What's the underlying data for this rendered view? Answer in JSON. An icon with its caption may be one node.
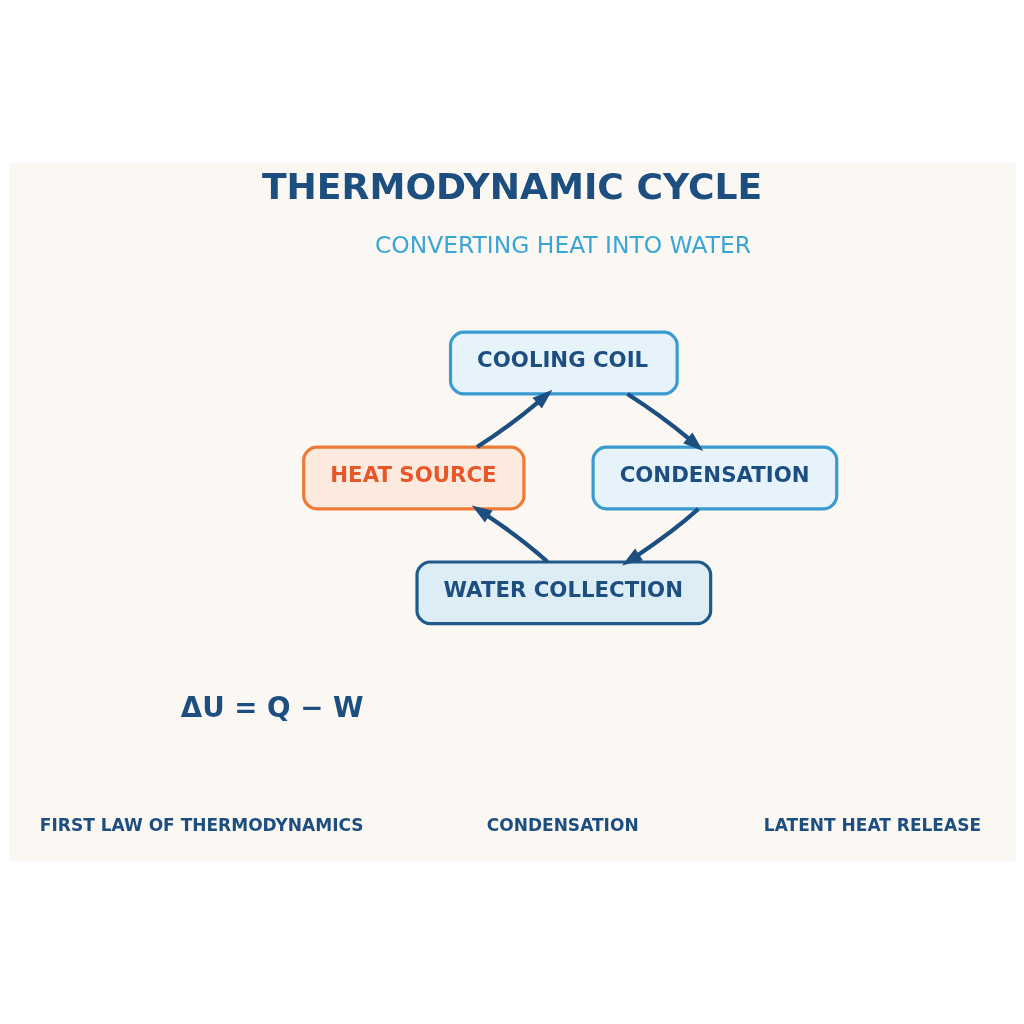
{
  "diagram": {
    "title": "THERMODYNAMIC CYCLE",
    "nodes": [
      {
        "text": [
          "COOLING COIL"
        ]
      },
      {
        "text": [
          "HEAT SOURCE"
        ]
      },
      {
        "text": [
          "CONDENSATION"
        ]
      },
      {
        "text": [
          "WATER COLLECTION"
        ]
      }
    ],
    "edges": [
      {
        "from": 1,
        "to": 0,
        "arrow": "to"
      },
      {
        "from": 0,
        "to": 2,
        "arrow": "to"
      },
      {
        "from": 2,
        "to": 3,
        "arrow": "to"
      },
      {
        "from": 3,
        "to": 1,
        "arrow": "to"
      }
    ],
    "labels": [
      "CONVERTING HEAT INTO WATER",
      "ΔU = Q − W",
      "FIRST LAW OF THERMODYNAMICS",
      "CONDENSATION",
      "LATENT HEAT RELEASE"
    ]
  }
}
